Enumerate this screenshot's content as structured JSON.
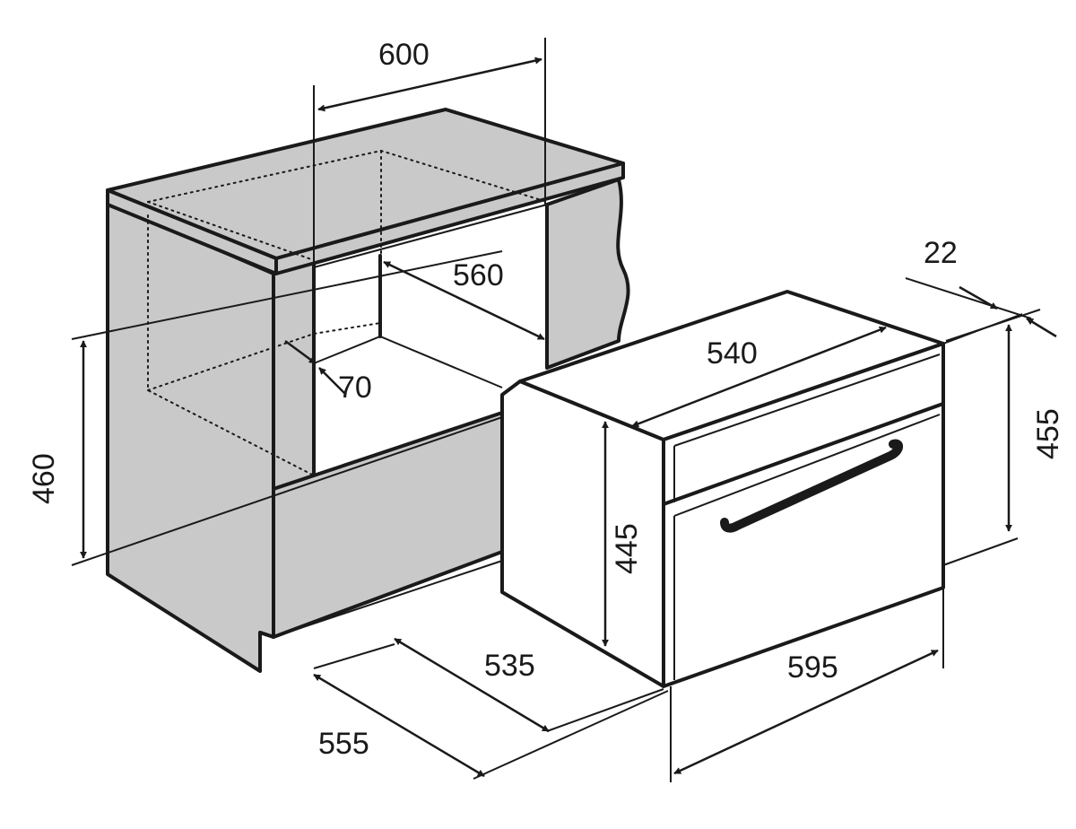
{
  "dimensions": {
    "cabinet_width": "600",
    "cabinet_inner_depth": "560",
    "cabinet_gap": "70",
    "cabinet_height": "460",
    "cabinet_depth": "555",
    "oven_body_depth": "535",
    "oven_top_depth": "540",
    "oven_front_thickness": "22",
    "oven_front_height": "455",
    "oven_body_height": "445",
    "oven_width": "595"
  },
  "colors": {
    "cabinet_fill": "#c9c9c9",
    "outline": "#1a1a1a",
    "background": "#ffffff"
  },
  "icons": {
    "dimension_arrow": "arrowhead",
    "oven_handle": "handle-bar"
  }
}
